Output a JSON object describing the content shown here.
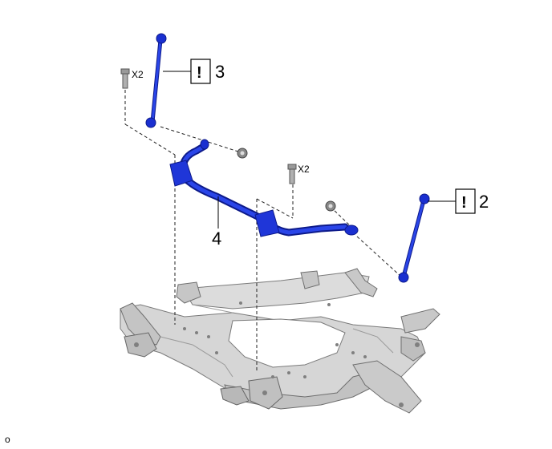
{
  "colors": {
    "part_blue": "#1a2fd0",
    "part_blue_dark": "#0d1a8a",
    "frame_gray": "#cfcfcf",
    "frame_shadow": "#8c8c8c",
    "bolt_gray": "#9a9a9a"
  },
  "callouts": [
    {
      "number": "3",
      "caution": "!",
      "part": "stabilizer link (upper left)"
    },
    {
      "number": "2",
      "caution": "!",
      "part": "stabilizer link (right)"
    },
    {
      "number": "4",
      "part": "stabilizer bar"
    }
  ],
  "bolt_labels": {
    "left": "X2",
    "center": "X2"
  },
  "footer": {
    "code": "o"
  },
  "icons": [
    "caution-icon",
    "bolt-icon",
    "nut-icon"
  ]
}
